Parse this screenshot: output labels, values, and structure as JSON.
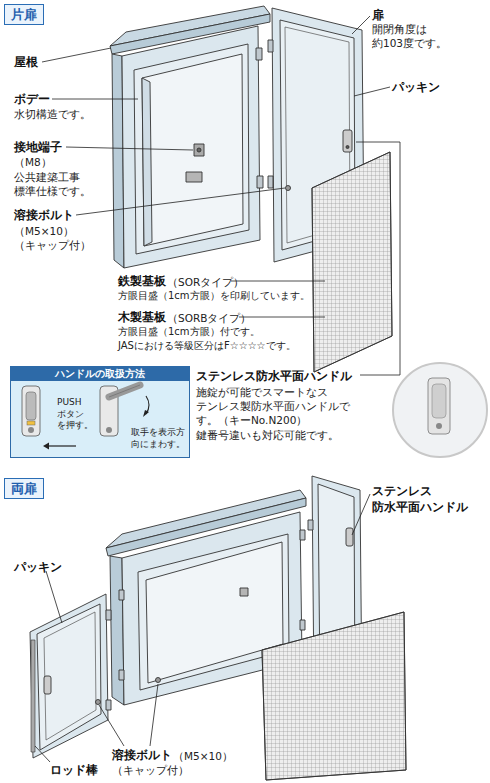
{
  "diagram": {
    "nodes": [
      {
        "text": [
          "片扉"
        ]
      },
      {
        "text": [
          "ハンドルの取扱方法",
          "PUSH ボタン を押す。",
          "取手を表示方 向にまわす。"
        ]
      },
      {
        "text": [
          "両扉"
        ]
      }
    ],
    "labels": [
      "屋根",
      "ボデー",
      "水切構造です。",
      "接地端子",
      "（M8）",
      "公共建築工事 標準仕様です。",
      "溶接ボルト",
      "（M5×10）",
      "（キャップ付）",
      "扉",
      "開閉角度は 約103度です。",
      "パッキン",
      "鉄製基板",
      "（SORタイプ）",
      "方眼目盛（1cm方眼）を印刷しています。",
      "木製基板",
      "（SORBタイプ）",
      "方眼目盛（1cm方眼）付です。 JASにおける等級区分はF☆☆☆☆です。",
      "ステンレス防水平面ハンドル",
      "施錠が可能でスマートなス テンレス製防水平面ハンドルで す。（キーNo.N200） 鍵番号違いも対応可能です。",
      "ステンレス 防水平面ハンドル",
      "パッキン",
      "溶接ボルト",
      "（M5×10）",
      "（キャップ付）",
      "ロッド棒"
    ]
  }
}
